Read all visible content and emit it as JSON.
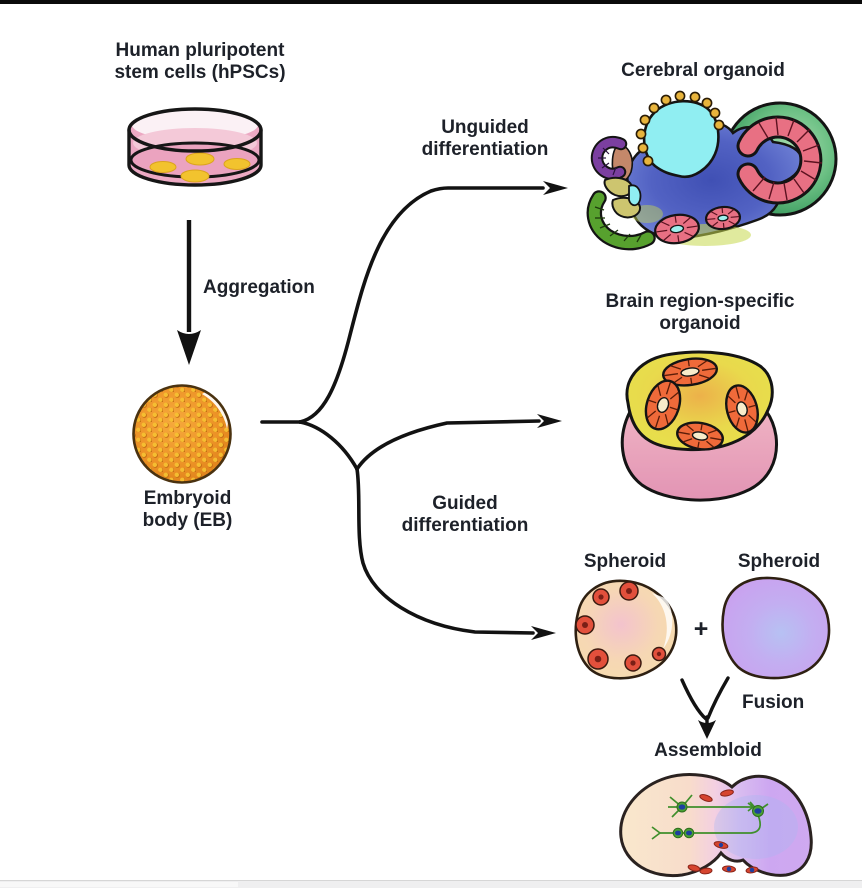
{
  "labels": {
    "hpsc": "Human pluripotent\nstem cells (hPSCs)",
    "aggregation": "Aggregation",
    "embryoid_body": "Embryoid\nbody (EB)",
    "unguided": "Unguided\ndifferentiation",
    "guided": "Guided\ndifferentiation",
    "cerebral_organoid": "Cerebral organoid",
    "brain_region_organoid": "Brain region-specific\norganoid",
    "spheroid_left": "Spheroid",
    "spheroid_right": "Spheroid",
    "plus_sign": "+",
    "fusion": "Fusion",
    "assembloid": "Assembloid"
  },
  "illustrations": {
    "petri_dish": {
      "icon": "hpsc-culture-dish-icon",
      "medium_color": "#eca9c3",
      "colony_color": "#f2c32e"
    },
    "embryoid_body": {
      "icon": "embryoid-body-sphere-icon",
      "color": "#ec9226",
      "dot_color": "#f6c232"
    },
    "cerebral_organoid": {
      "icon": "cerebral-organoid-section-icon",
      "colors": [
        "#5262c3",
        "#90eef2",
        "#e8b43c",
        "#57a12e",
        "#6cc084",
        "#e87083",
        "#7b3fa0",
        "#cdc56f"
      ]
    },
    "brain_region_organoid": {
      "icon": "brain-region-specific-organoid-icon",
      "colors": [
        "#e9a0b8",
        "#e9dd4d",
        "#ef6a3a",
        "#f8ecca"
      ]
    },
    "spheroid_left": {
      "icon": "spheroid-with-rosettes-icon",
      "colors": [
        "#f7dcae",
        "#f3c3cd",
        "#e2503c"
      ]
    },
    "spheroid_right": {
      "icon": "plain-spheroid-icon",
      "colors": [
        "#c9a2ef",
        "#b7c1f3"
      ]
    },
    "assembloid": {
      "icon": "fused-assembloid-icon",
      "colors": [
        "#f9e8cc",
        "#cfa9f0",
        "#4aa232",
        "#1e3f9e",
        "#d6452f"
      ]
    }
  },
  "arrows": {
    "aggregation_arrow": "straight-down",
    "unguided_arrow": "curve-up-right",
    "guided_arrow_middle": "curve-right",
    "guided_arrow_lower": "curve-down-right",
    "fusion_arrow": "merge-down",
    "color": "#121212"
  },
  "text_color": "#1d2129"
}
